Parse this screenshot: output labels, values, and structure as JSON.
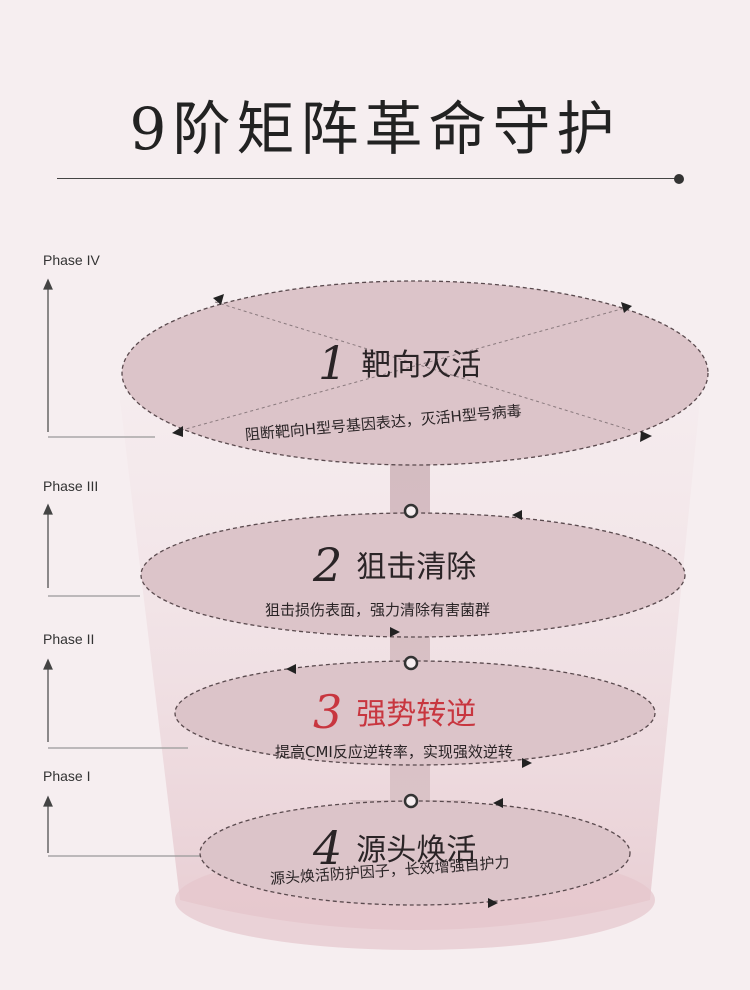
{
  "title": "9阶矩阵革命守护",
  "phases": [
    "Phase IV",
    "Phase III",
    "Phase II",
    "Phase I"
  ],
  "levels": [
    {
      "num": "1",
      "name": "靶向灭活",
      "desc": "阻断靶向H型号基因表达，灭活H型号病毒"
    },
    {
      "num": "2",
      "name": "狙击清除",
      "desc": "狙击损伤表面，强力清除有害菌群"
    },
    {
      "num": "3",
      "name": "强势转逆",
      "desc": "提高CMI反应逆转率，实现强效逆转"
    },
    {
      "num": "4",
      "name": "源头焕活",
      "desc": "源头焕活防护因子，长效增强自护力"
    }
  ],
  "colors": {
    "accent": "#c8363f",
    "ellipse_fill": "#dcc4c9",
    "ellipse_stroke": "#5a4a4e"
  }
}
